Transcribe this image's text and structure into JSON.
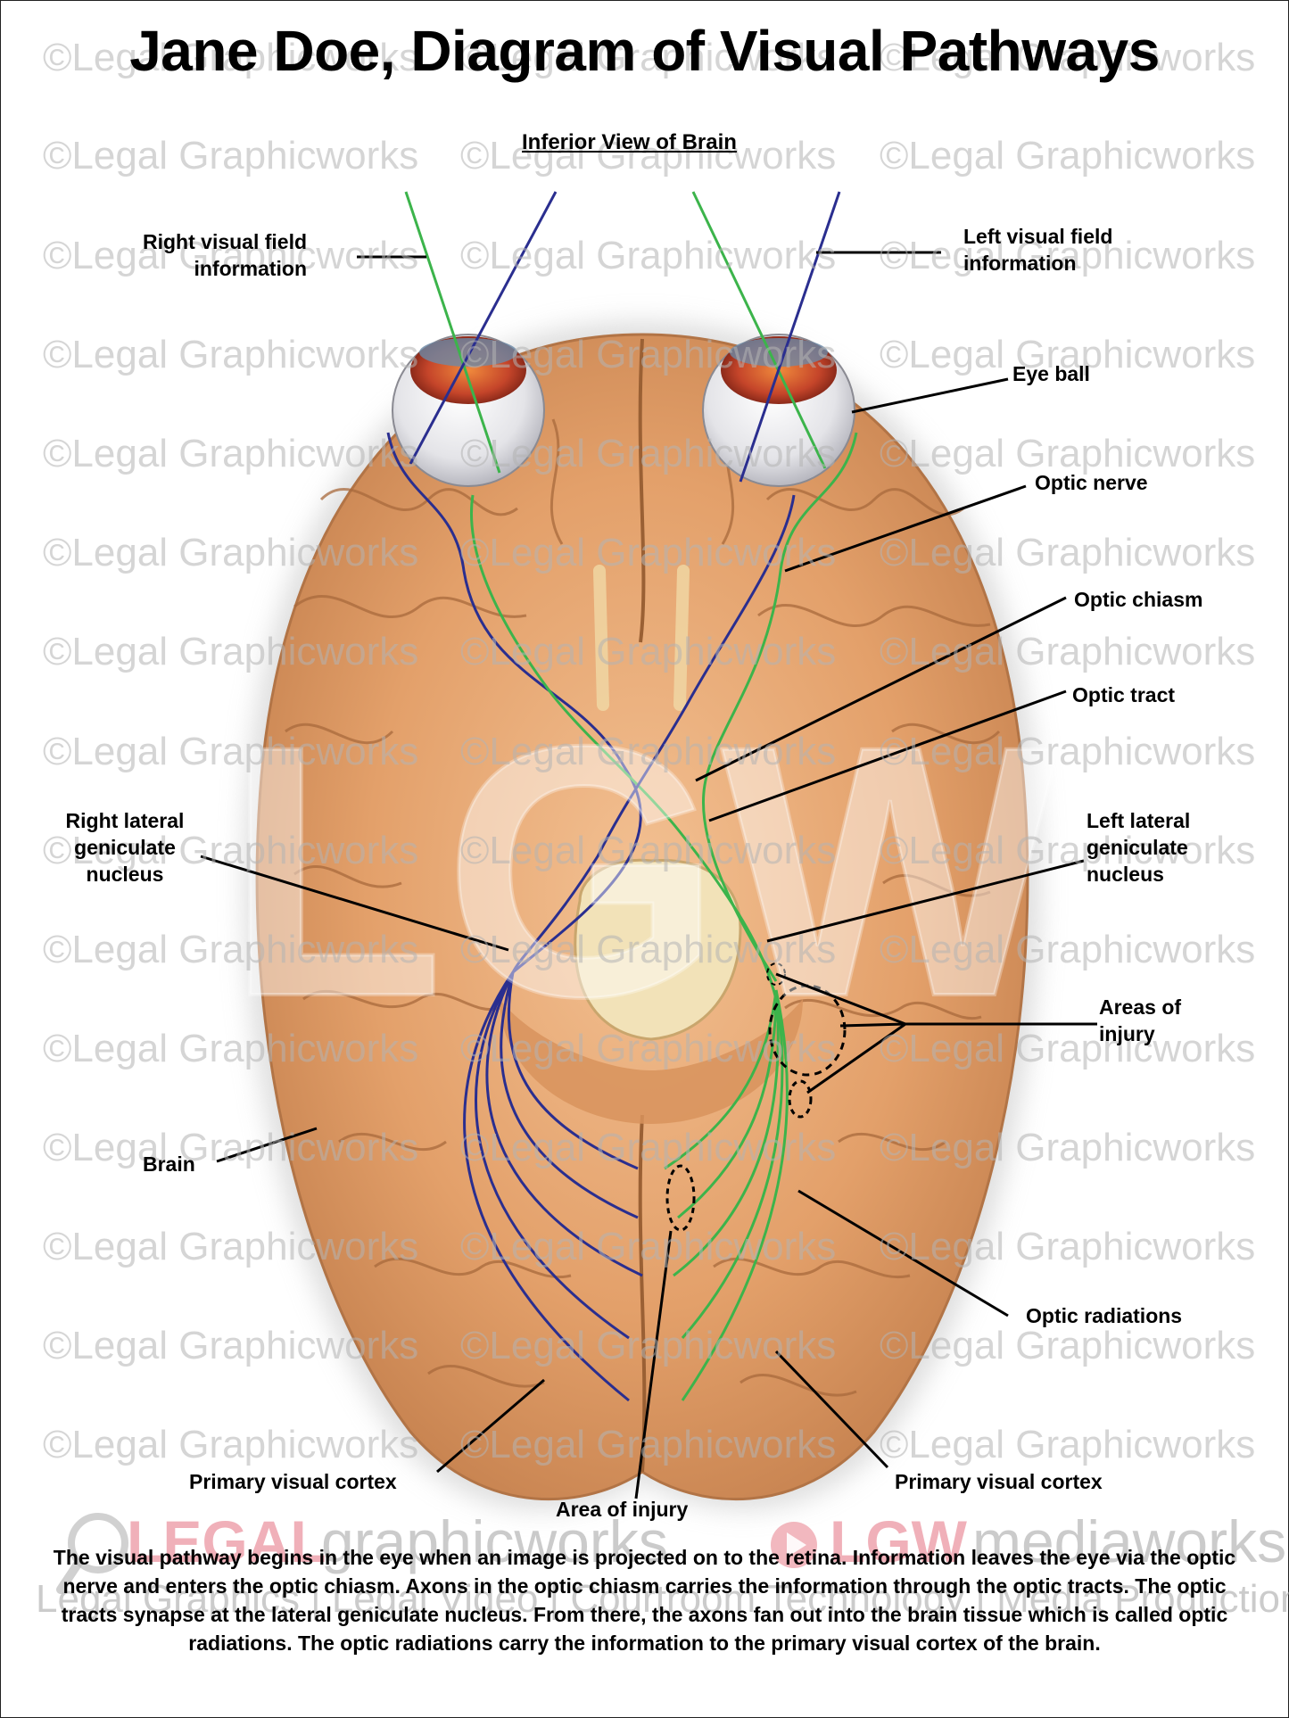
{
  "title": "Jane Doe, Diagram of Visual Pathways",
  "subtitle": "Inferior View of Brain",
  "watermark_text": "©Legal Graphicworks",
  "logo_letters": "LGW",
  "labels": {
    "right_visual_field": "Right visual field\ninformation",
    "left_visual_field": "Left visual field\ninformation",
    "eye_ball": "Eye ball",
    "optic_nerve": "Optic nerve",
    "optic_chiasm": "Optic chiasm",
    "optic_tract": "Optic tract",
    "right_lgn": "Right lateral\ngeniculate\nnucleus",
    "left_lgn": "Left lateral\ngeniculate\nnucleus",
    "areas_of_injury": "Areas of\ninjury",
    "brain": "Brain",
    "optic_radiations": "Optic radiations",
    "primary_visual_cortex_left": "Primary visual cortex",
    "primary_visual_cortex_right": "Primary visual cortex",
    "area_of_injury": "Area of injury"
  },
  "branding": {
    "legal": "LEGAL",
    "graphicworks": "graphicworks",
    "lgw": "LGW",
    "mediaworks": "mediaworks",
    "tagline": "Legal Graphics | Legal Video | Courtroom Technology | Media Production"
  },
  "caption": "The visual pathway begins in the eye when an image is projected on to the retina. Information leaves the eye via the optic nerve and enters the optic chiasm.  Axons in the optic chiasm carries the information through the optic tracts.  The optic tracts synapse at the lateral geniculate nucleus.  From there, the axons fan out into the brain tissue which is called optic radiations. The optic radiations carry the information to the primary visual cortex of the brain.",
  "colors": {
    "brain": "#e8a872",
    "green_pathway": "#3cb44b",
    "blue_pathway": "#2a2e8f",
    "eye_iris": "#c0392b"
  }
}
